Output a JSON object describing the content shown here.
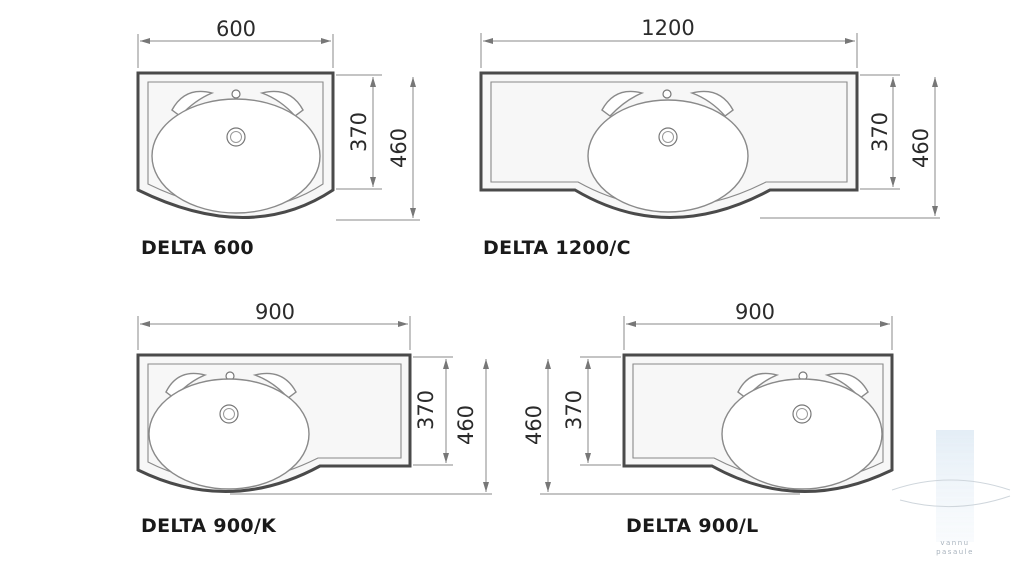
{
  "models": [
    {
      "name": "DELTA 600",
      "width": "600",
      "depth_inner": "370",
      "depth_total": "460"
    },
    {
      "name": "DELTA 1200/C",
      "width": "1200",
      "depth_inner": "370",
      "depth_total": "460"
    },
    {
      "name": "DELTA 900/K",
      "width": "900",
      "depth_inner": "370",
      "depth_total": "460"
    },
    {
      "name": "DELTA 900/L",
      "width": "900",
      "depth_inner": "370",
      "depth_total": "460"
    }
  ],
  "watermark": {
    "line1": "vannu",
    "line2": "pasaule"
  },
  "colors": {
    "outline": "#4a4a4a",
    "fill": "#f7f7f7",
    "dimension_line": "#888888",
    "watermark": "#c9dcec"
  }
}
